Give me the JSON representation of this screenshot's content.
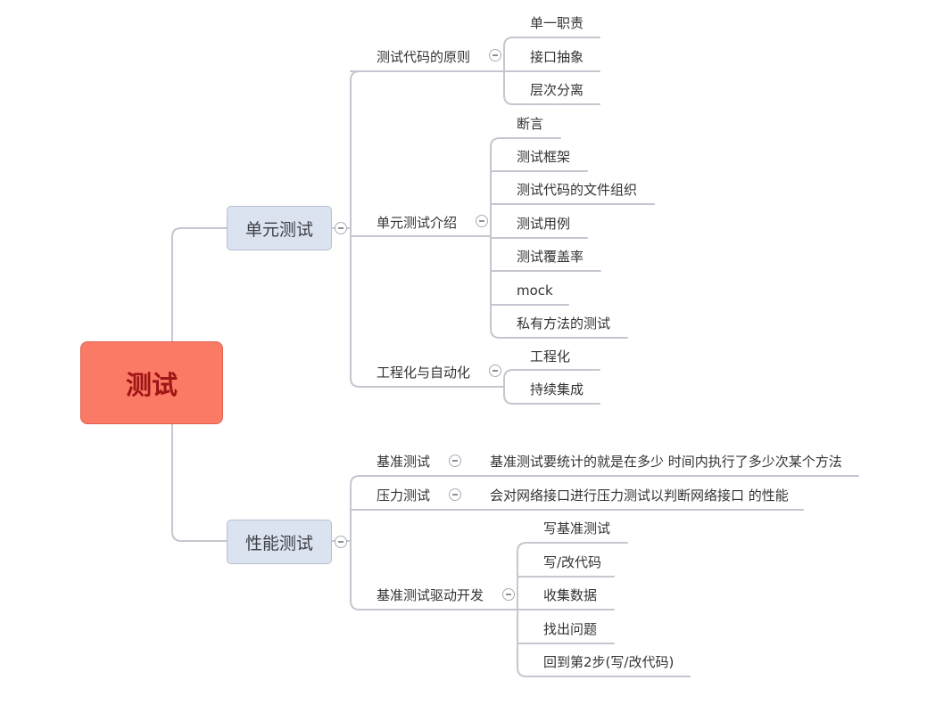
{
  "root": {
    "label": "测试"
  },
  "unit_test": {
    "label": "单元测试",
    "principles": {
      "label": "测试代码的原则",
      "items": [
        "单一职责",
        "接口抽象",
        "层次分离"
      ]
    },
    "intro": {
      "label": "单元测试介绍",
      "items": [
        "断言",
        "测试框架",
        "测试代码的文件组织",
        "测试用例",
        "测试覆盖率",
        "mock",
        "私有方法的测试"
      ]
    },
    "engineering": {
      "label": "工程化与自动化",
      "items": [
        "工程化",
        "持续集成"
      ]
    }
  },
  "perf_test": {
    "label": "性能测试",
    "benchmark": {
      "label": "基准测试",
      "note": "基准测试要统计的就是在多少 时间内执行了多少次某个方法"
    },
    "stress": {
      "label": "压力测试",
      "note": "会对网络接口进行压力测试以判断网络接口 的性能"
    },
    "bdd": {
      "label": "基准测试驱动开发",
      "items": [
        "写基准测试",
        "写/改代码",
        "收集数据",
        "找出问题",
        "回到第2步(写/改代码)"
      ]
    }
  },
  "colors": {
    "root_fill": "#fb7a66",
    "root_text": "#9f1414",
    "branch_fill": "#dce3f0",
    "line": "#c4c7cf"
  }
}
